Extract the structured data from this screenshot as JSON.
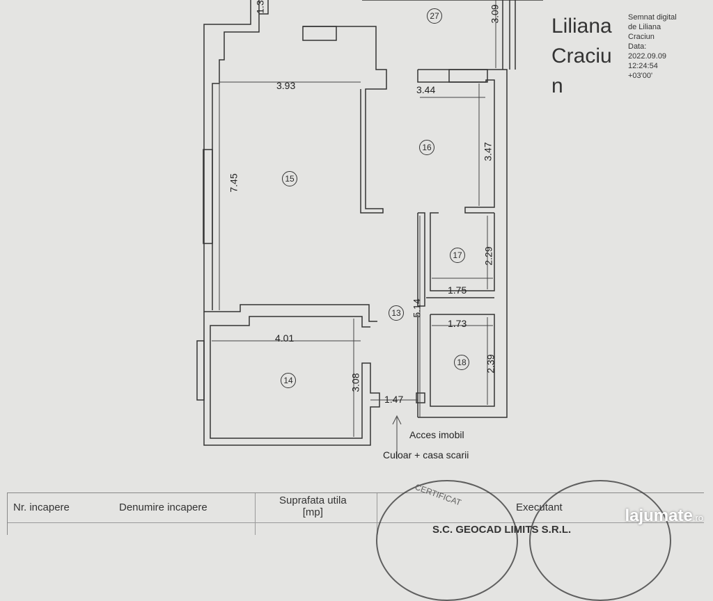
{
  "signature": {
    "name_lines": [
      "Liliana",
      "Craciu",
      "n"
    ],
    "meta_lines": [
      "Semnat digital",
      "de Liliana",
      "Craciun",
      "Data:",
      "2022.09.09",
      "12:24:54",
      "+03'00'"
    ]
  },
  "rooms": [
    "15",
    "16",
    "17",
    "18",
    "14",
    "13",
    "27"
  ],
  "dimensions": {
    "d393": "3.93",
    "d745": "7.45",
    "d344": "3.44",
    "d347": "3.47",
    "d229": "2.29",
    "d175": "1.75",
    "d514": "5.14",
    "d173": "1.73",
    "d239": "2.39",
    "d401": "4.01",
    "d308": "3.08",
    "d147": "1.47",
    "d309": "3.09",
    "d1x": "1.3"
  },
  "annotations": {
    "access": "Acces imobil",
    "corridor": "Culoar + casa scarii"
  },
  "table": {
    "headers": [
      "Nr. incapere",
      "Denumire incapere",
      "Suprafata utila",
      "[mp]",
      "Executant"
    ],
    "company": "S.C. GEOCAD LIMITS S.R.L."
  },
  "stamp_text": "CERTIFICAT",
  "watermark": {
    "brand": "lajumate",
    "tld": ".ro"
  }
}
